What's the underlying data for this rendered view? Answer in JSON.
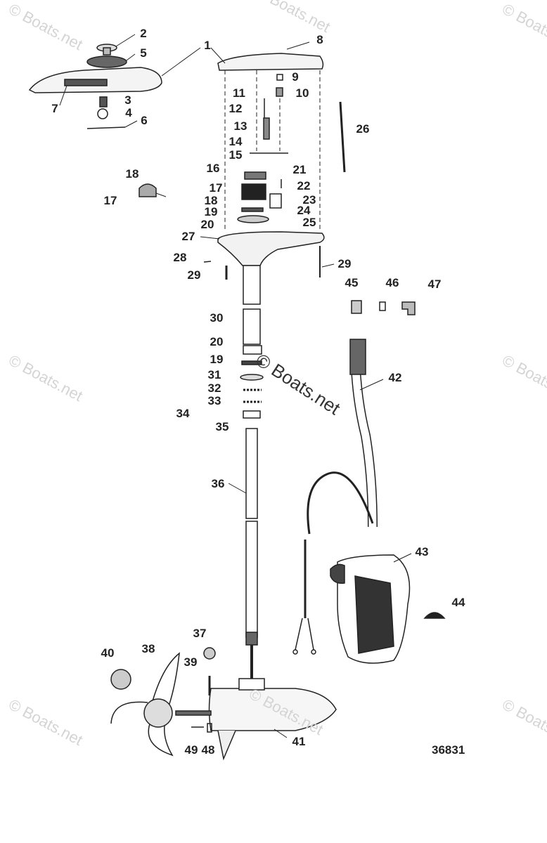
{
  "diagram": {
    "figure_number": "36831",
    "watermark": "© Boats.net",
    "labels": [
      "1",
      "2",
      "5",
      "3",
      "4",
      "6",
      "7",
      "8",
      "9",
      "10",
      "11",
      "12",
      "13",
      "14",
      "15",
      "16",
      "21",
      "22",
      "17",
      "23",
      "18",
      "24",
      "19",
      "25",
      "20",
      "27",
      "18",
      "17",
      "26",
      "28",
      "29",
      "29",
      "30",
      "45",
      "46",
      "47",
      "20",
      "19",
      "31",
      "32",
      "33",
      "34",
      "35",
      "42",
      "36",
      "43",
      "44",
      "37",
      "40",
      "38",
      "39",
      "41",
      "49",
      "48"
    ]
  },
  "colors": {
    "line": "#222222",
    "watermark": "#d4d4d4"
  }
}
